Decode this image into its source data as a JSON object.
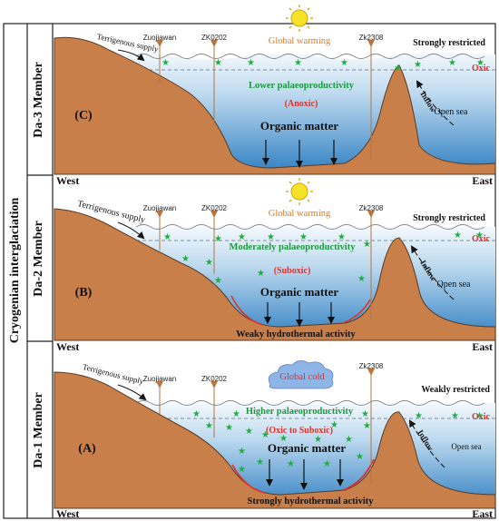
{
  "side_title": "Cryogenian interglaciation",
  "colors": {
    "land": "#c87f4a",
    "land_stroke": "#5a3a22",
    "water_top": "#eef6fc",
    "water_bottom": "#2f7fc1",
    "star": "#22aa44",
    "orange_text": "#e07a1e",
    "green_text": "#1a9a3c",
    "red_text": "#e0302a",
    "sun": "#f7e22a",
    "cloud": "#8fb4e6"
  },
  "panels": [
    {
      "member": "Da-3 Member",
      "panel_letter": "(C)",
      "climate": "Global warming",
      "climate_kind": "sun",
      "restriction": "Strongly restricted",
      "productivity": "Lower palaeoproductivity",
      "redox": "(Anoxic)",
      "organic": "Organic matter",
      "hydrothermal": "",
      "oxic": "Oxic",
      "inflow": "Inflow",
      "open_sea": "Open sea",
      "terrigenous": "Terrigenous supply",
      "wells": [
        "Zuojiawan",
        "ZK0202",
        "Zk2308"
      ],
      "west": "West",
      "east": "East"
    },
    {
      "member": "Da-2 Member",
      "panel_letter": "(B)",
      "climate": "Global warming",
      "climate_kind": "sun",
      "restriction": "Strongly restricted",
      "productivity": "Moderately palaeoproductivity",
      "redox": "(Suboxic)",
      "organic": "Organic matter",
      "hydrothermal": "Weaky hydrothermal activity",
      "oxic": "Oxic",
      "inflow": "Inflow",
      "open_sea": "Open sea",
      "terrigenous": "Terrigenous supply",
      "wells": [
        "Zuojiawan",
        "ZK0202",
        "Zk2308"
      ],
      "west": "West",
      "east": "East"
    },
    {
      "member": "Da-1 Member",
      "panel_letter": "(A)",
      "climate": "Global cold",
      "climate_kind": "cloud",
      "restriction": "Weakly restricted",
      "productivity": "Higher palaeoproductivity",
      "redox": "(Oxic to Suboxic)",
      "organic": "Organic matter",
      "hydrothermal": "Strongly hydrothermal activity",
      "oxic": "Oxic",
      "inflow": "Inflow",
      "open_sea": "Open sea",
      "terrigenous": "Terrigenous supply",
      "wells": [
        "Zuojiawan",
        "ZK0202",
        "Zk2308"
      ],
      "west": "West",
      "east": "East"
    }
  ]
}
